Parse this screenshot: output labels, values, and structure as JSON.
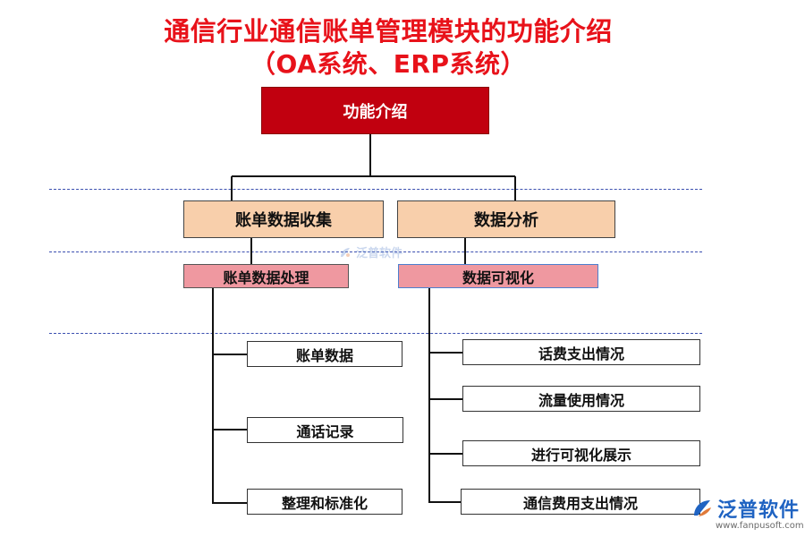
{
  "title": {
    "line1": "通信行业通信账单管理模块的功能介绍",
    "line2": "（OA系统、ERP系统）"
  },
  "root": {
    "label": "功能介绍"
  },
  "level1": {
    "left": "账单数据收集",
    "right": "数据分析"
  },
  "level2": {
    "left": "账单数据处理",
    "right": "数据可视化"
  },
  "left_items": [
    "账单数据",
    "通话记录",
    "整理和标准化"
  ],
  "right_items": [
    "话费支出情况",
    "流量使用情况",
    "进行可视化展示",
    "通信费用支出情况"
  ],
  "watermark": {
    "text": "泛普软件"
  },
  "logo": {
    "name": "泛普软件",
    "url": "www.fanpusoft.com"
  },
  "colors": {
    "title": "#e8121a",
    "root": "#c1000f",
    "level1": "#f8cfab",
    "level2": "#ef98a0",
    "logo": "#1f63c2"
  }
}
